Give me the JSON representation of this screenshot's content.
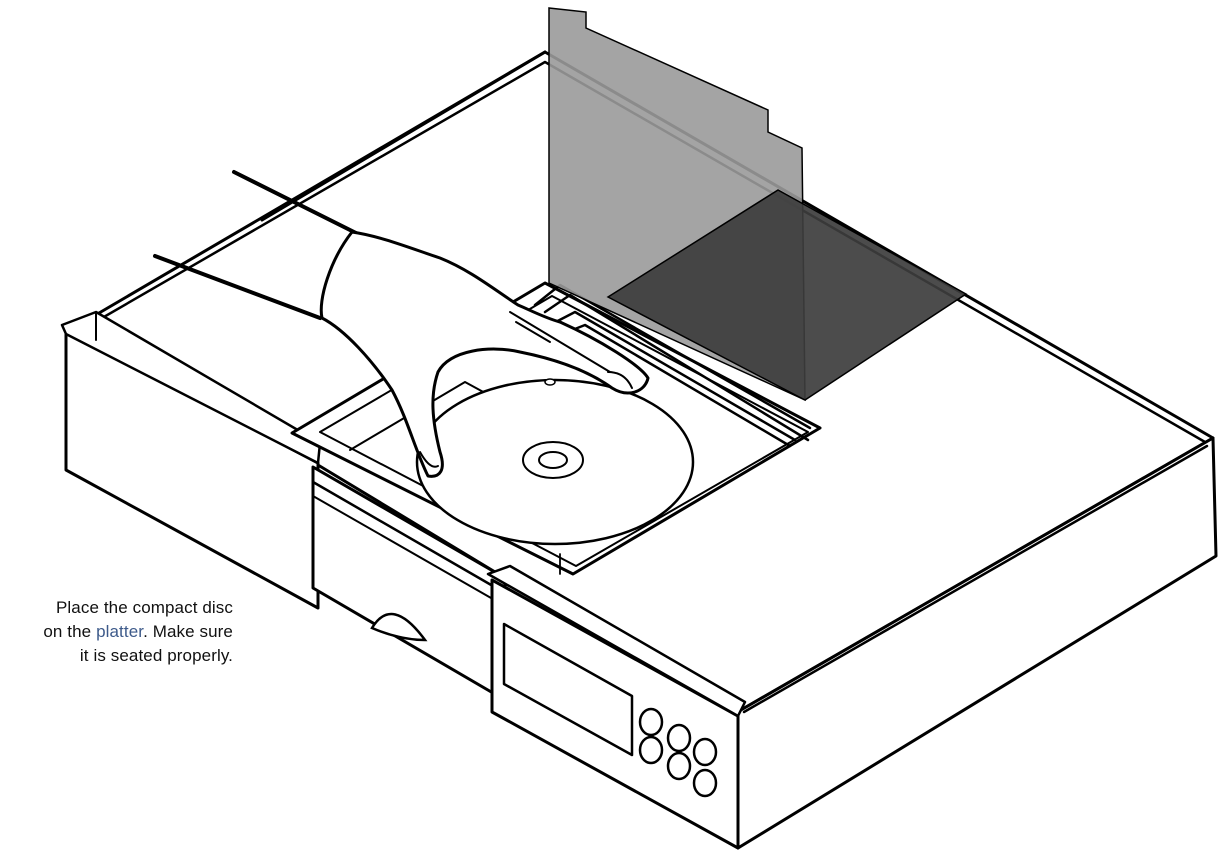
{
  "caption": {
    "text_before": "Place the compact disc on the ",
    "link_text": "platter",
    "text_after": ". Make sure it is seated properly."
  },
  "colors": {
    "link": "#3d5a8a",
    "panel_light": "#9a9a9a",
    "panel_dark": "#3d3d3d",
    "line": "#000000"
  }
}
